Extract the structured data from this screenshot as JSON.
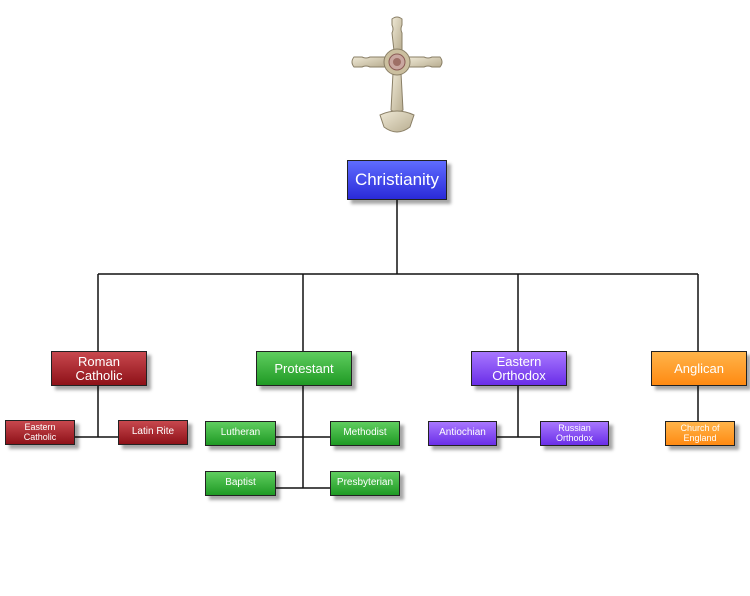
{
  "nodes": {
    "root": "Christianity",
    "roman_catholic": "Roman Catholic",
    "protestant": "Protestant",
    "eastern_orthodox": "Eastern Orthodox",
    "anglican": "Anglican",
    "eastern_catholic": "Eastern Catholic",
    "latin_rite": "Latin Rite",
    "lutheran": "Lutheran",
    "methodist": "Methodist",
    "baptist": "Baptist",
    "presbyterian": "Presbyterian",
    "antiochian": "Antiochian",
    "russian_orthodox": "Russian Orthodox",
    "church_of_england": "Church of England"
  },
  "colors": {
    "root": "#3434e0",
    "catholic": "#a3232a",
    "protestant": "#2ea832",
    "orthodox": "#7a3ff0",
    "anglican": "#ff9a22"
  },
  "icons": {
    "cross": "ornate-cross-icon"
  }
}
